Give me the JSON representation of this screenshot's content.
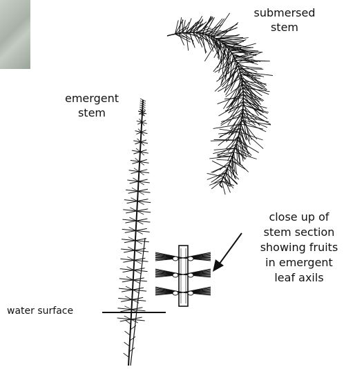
{
  "labels": {
    "submersed_stem": [
      "submersed",
      "stem"
    ],
    "emergent_stem": [
      "emergent",
      "stem"
    ],
    "close_up": [
      "close up of",
      "stem section",
      "showing fruits",
      "in emergent",
      "leaf axils"
    ],
    "water_surface": "water surface"
  },
  "colors": {
    "ink": "#111111",
    "background": "#ffffff"
  }
}
